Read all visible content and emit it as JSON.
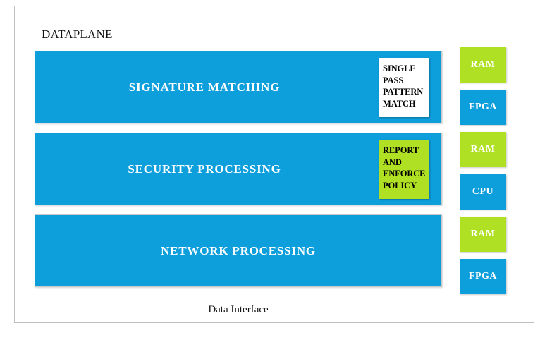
{
  "diagram": {
    "title": "DATAPLANE",
    "footer_label": "Data Interface",
    "colors": {
      "blue": "#0D9EDC",
      "green": "#B0E024",
      "white": "#FFFFFF",
      "frame_border": "#BFBFBF",
      "text_dark": "#111111"
    },
    "layers": [
      {
        "label": "SIGNATURE MATCHING",
        "fill": "#0D9EDC",
        "inset": {
          "style": "white",
          "fill": "#FFFFFF",
          "lines": [
            "SINGLE",
            "PASS",
            "PATTERN",
            "MATCH"
          ]
        }
      },
      {
        "label": "SECURITY PROCESSING",
        "fill": "#0D9EDC",
        "inset": {
          "style": "green",
          "fill": "#B0E024",
          "lines": [
            "REPORT",
            "AND",
            "ENFORCE",
            "POLICY"
          ]
        }
      },
      {
        "label": "NETWORK PROCESSING",
        "fill": "#0D9EDC",
        "inset": null
      }
    ],
    "hardware_chips": [
      {
        "label": "RAM",
        "fill": "#B0E024",
        "style": "green"
      },
      {
        "label": "FPGA",
        "fill": "#0D9EDC",
        "style": "blue"
      },
      {
        "label": "RAM",
        "fill": "#B0E024",
        "style": "green"
      },
      {
        "label": "CPU",
        "fill": "#0D9EDC",
        "style": "blue"
      },
      {
        "label": "RAM",
        "fill": "#B0E024",
        "style": "green"
      },
      {
        "label": "FPGA",
        "fill": "#0D9EDC",
        "style": "blue"
      }
    ]
  }
}
